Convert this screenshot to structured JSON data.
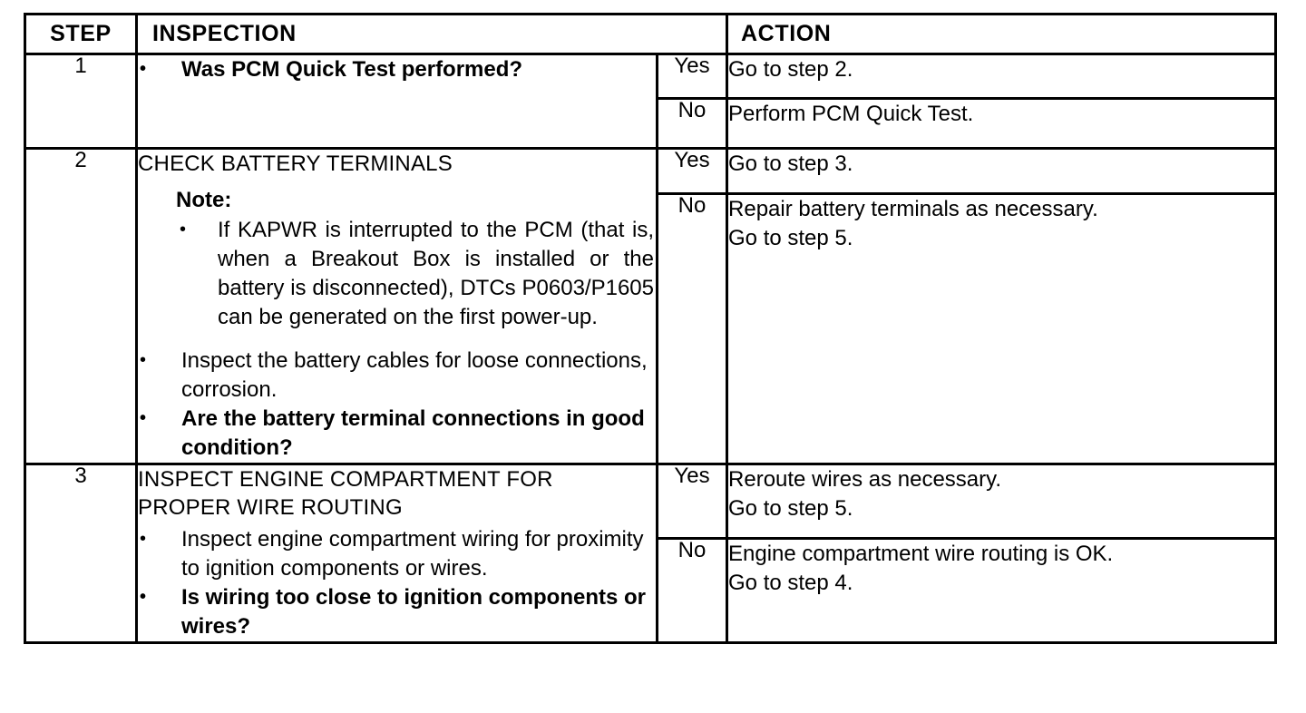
{
  "document": {
    "type": "diagnostic-procedure-table",
    "columns": {
      "step": "STEP",
      "inspection": "INSPECTION",
      "action": "ACTION"
    },
    "labels": {
      "yes": "Yes",
      "no": "No",
      "note": "Note:"
    },
    "rows": [
      {
        "step": "1",
        "inspection": {
          "title": "",
          "bullets": [
            {
              "text": "Was PCM Quick Test performed?",
              "bold": true
            }
          ]
        },
        "actions": {
          "yes": [
            "Go to step 2."
          ],
          "no": [
            "Perform PCM Quick Test."
          ]
        }
      },
      {
        "step": "2",
        "inspection": {
          "title": "CHECK BATTERY TERMINALS",
          "note_label": "Note:",
          "note_bullets": [
            {
              "text": "If KAPWR is interrupted to the PCM (that is, when a Breakout Box is installed or the battery is disconnected), DTCs P0603/P1605 can be generated on the first power-up.",
              "bold": false
            }
          ],
          "bullets": [
            {
              "text": "Inspect the battery cables for loose connections, corrosion.",
              "bold": false
            },
            {
              "text": "Are the battery terminal connections in good condition?",
              "bold": true
            }
          ]
        },
        "actions": {
          "yes": [
            "Go to step 3."
          ],
          "no": [
            "Repair battery terminals as necessary.",
            "Go to step 5."
          ]
        }
      },
      {
        "step": "3",
        "inspection": {
          "title_line1": "INSPECT ENGINE COMPARTMENT FOR",
          "title_line2": "PROPER WIRE ROUTING",
          "bullets": [
            {
              "text": "Inspect engine compartment wiring for proximity to ignition components or wires.",
              "bold": false
            },
            {
              "text": "Is wiring too close to ignition components or wires?",
              "bold": true
            }
          ]
        },
        "actions": {
          "yes": [
            "Reroute wires as necessary.",
            "Go to step 5."
          ],
          "no": [
            "Engine compartment wire routing is OK.",
            "Go to step 4."
          ]
        }
      }
    ]
  },
  "colors": {
    "border": "#000000",
    "text": "#000000",
    "background": "#ffffff"
  }
}
